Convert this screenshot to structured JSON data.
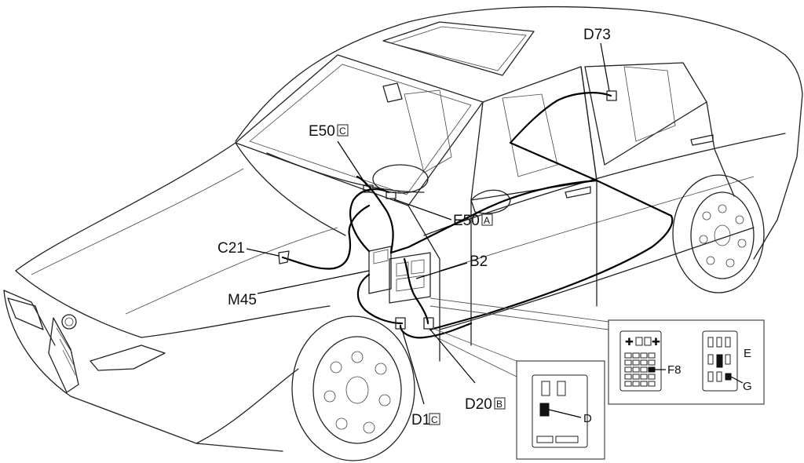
{
  "labels": {
    "d73": "D73",
    "e50c": "E50",
    "e50c_box": "C",
    "e50a": "E50",
    "e50a_box": "A",
    "c21": "C21",
    "b2": "B2",
    "m45": "M45",
    "d20b": "D20",
    "d20b_box": "B",
    "d1c": "D1",
    "d1c_box": "C"
  },
  "callouts": {
    "d_panel": {
      "pin": "D"
    },
    "f8_panel": {
      "pin": "F8"
    },
    "eg_panel": {
      "pin_e": "E",
      "pin_g": "G"
    }
  },
  "icons": [
    "car-body-icon",
    "front-wheel-icon",
    "rear-wheel-icon",
    "wiring-harness-icon",
    "connector-icon",
    "fuse-box-icon"
  ]
}
